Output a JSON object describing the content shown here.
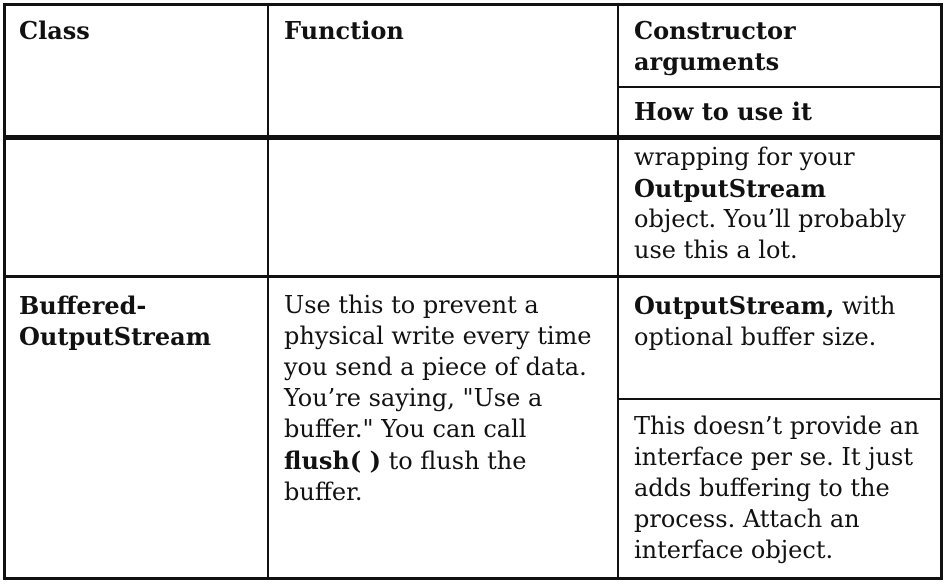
{
  "header": {
    "class": "Class",
    "function": "Function",
    "constructor_arguments": "Constructor arguments",
    "how_to_use": "How to use it"
  },
  "continued_row": {
    "how_to_use": {
      "line1": "wrapping for your",
      "line2": "OutputStream",
      "line3": "object. You’ll probably",
      "line4": "use this a lot."
    }
  },
  "buffered_row": {
    "class_line1": "Buffered-",
    "class_line2": "OutputStream",
    "function_parts": {
      "l1": "Use this to prevent a",
      "l2": "physical write every time",
      "l3": "you send a piece of data.",
      "l4": "You’re saying, \"Use a",
      "l5": "buffer.\" You can call",
      "l6_bold": "flush( )",
      "l6_rest": " to flush the",
      "l7": "buffer."
    },
    "constructor_parts": {
      "bold": "OutputStream,",
      "rest": " with",
      "l2": "optional buffer size."
    },
    "how_to_use": {
      "l1": "This doesn’t provide an",
      "l2": "interface per se. It just",
      "l3": "adds buffering to the",
      "l4": "process. Attach an",
      "l5": "interface object."
    }
  }
}
